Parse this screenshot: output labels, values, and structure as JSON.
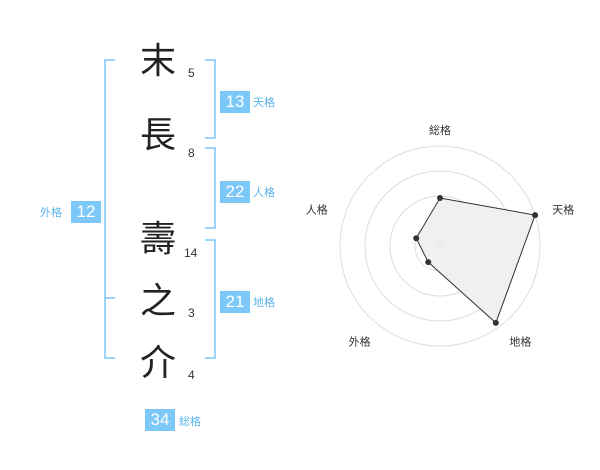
{
  "name_characters": [
    {
      "char": "末",
      "strokes": "5"
    },
    {
      "char": "長",
      "strokes": "8"
    },
    {
      "char": "壽",
      "strokes": "14"
    },
    {
      "char": "之",
      "strokes": "3"
    },
    {
      "char": "介",
      "strokes": "4"
    }
  ],
  "fortune_groups": {
    "tenkaku": {
      "value": "13",
      "label": "天格"
    },
    "jinkaku": {
      "value": "22",
      "label": "人格"
    },
    "chikaku": {
      "value": "21",
      "label": "地格"
    },
    "gaikaku": {
      "value": "12",
      "label": "外格"
    },
    "soukaku": {
      "value": "34",
      "label": "総格"
    }
  },
  "colors": {
    "accent": "#7cc8f8",
    "bracket": "#7cc8f8",
    "label_text": "#5ab4ea",
    "radar_fill": "#eeeeee",
    "radar_stroke": "#333333",
    "grid": "#dddddd"
  },
  "chart_data": {
    "type": "radar",
    "axes": [
      "総格",
      "天格",
      "地格",
      "外格",
      "人格"
    ],
    "rings": 4,
    "values": [
      0.48,
      1.0,
      0.95,
      0.2,
      0.25
    ]
  }
}
